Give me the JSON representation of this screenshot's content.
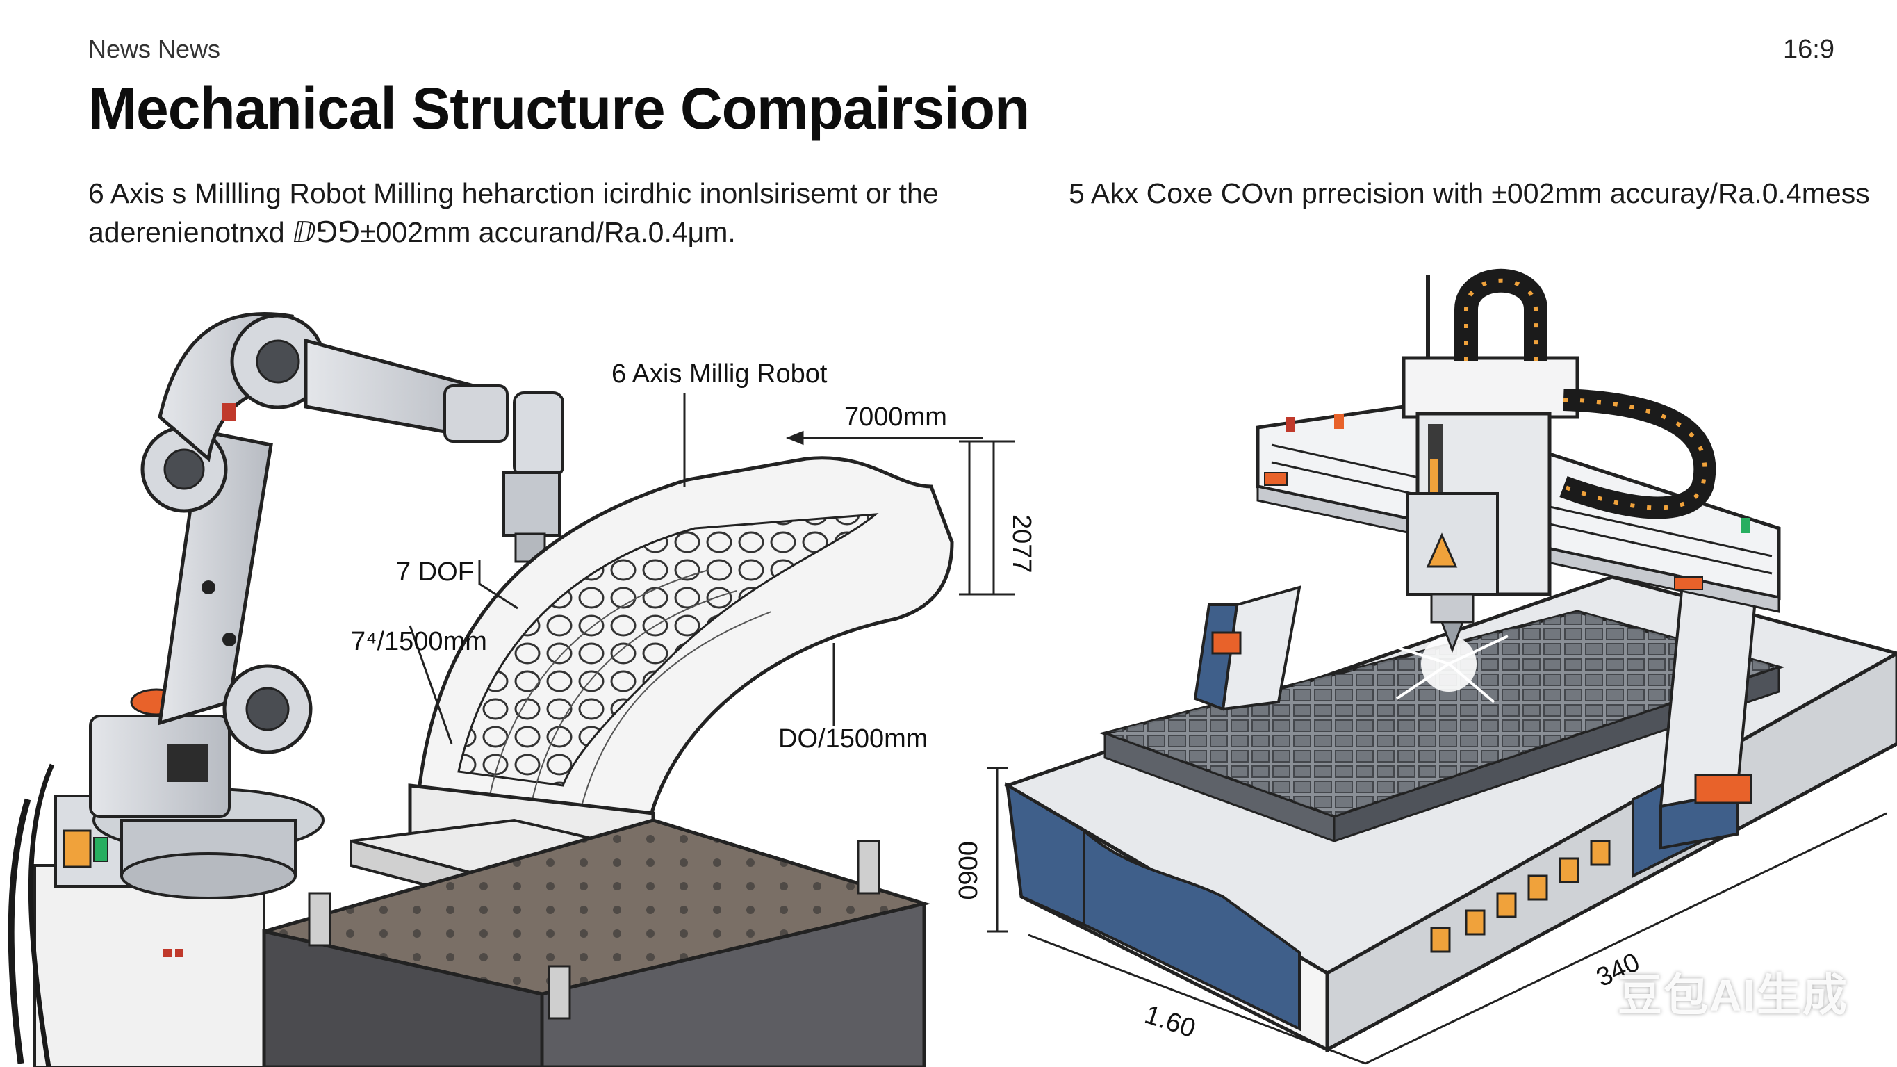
{
  "header": {
    "kicker": "News News",
    "aspect": "16:9",
    "title": "Mechanical Structure Compairsion"
  },
  "descriptions": {
    "left_line1": "6 Axis s Millling Robot Milling heharction icirdhic inonlsirisemt or the",
    "left_line2": "aderenienotnxd ⅅ⅁⅁±002mm accurand/Ra.0.4μm.",
    "right": "5 Akx Coxe COvn prrecision with ±002mm accuray/Ra.0.4mess"
  },
  "robot_callouts": {
    "name": "6 Axis Millig Robot",
    "reach": "7000mm",
    "vertical": "2077",
    "dof": "7 DOF",
    "radius": "7⁴/1500mm",
    "depth": "DO/1500mm"
  },
  "cnc_callouts": {
    "height": "0060",
    "width": "340",
    "length": "1.60"
  },
  "watermark": "豆包AI生成",
  "colors": {
    "accent_orange": "#e8622a",
    "cnc_blue": "#3f5f8a",
    "steel_gray": "#c9ccd1",
    "chain_black": "#1b1b1b",
    "chain_orange": "#f0a23b"
  }
}
